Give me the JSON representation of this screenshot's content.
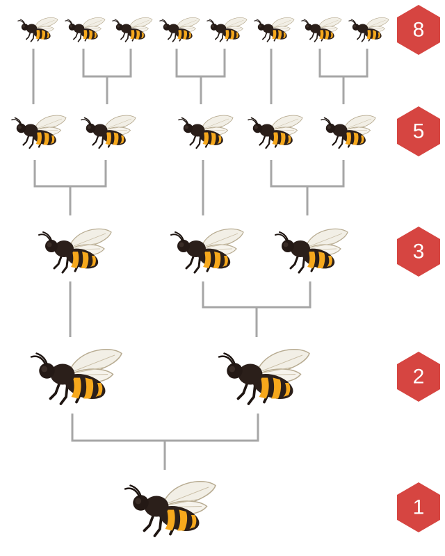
{
  "generation_counts": [
    "8",
    "5",
    "3",
    "2",
    "1"
  ],
  "colors": {
    "badge": "#d64541",
    "badge_text": "#ffffff",
    "connector": "#a6a6a6",
    "bee_black": "#2b1f1a",
    "bee_yellow": "#f6a81c",
    "bee_leg": "#1e1511",
    "wing_fill": "#f2efe6",
    "wing_vein": "#b7ab91"
  },
  "icon": "honeybee-icon"
}
